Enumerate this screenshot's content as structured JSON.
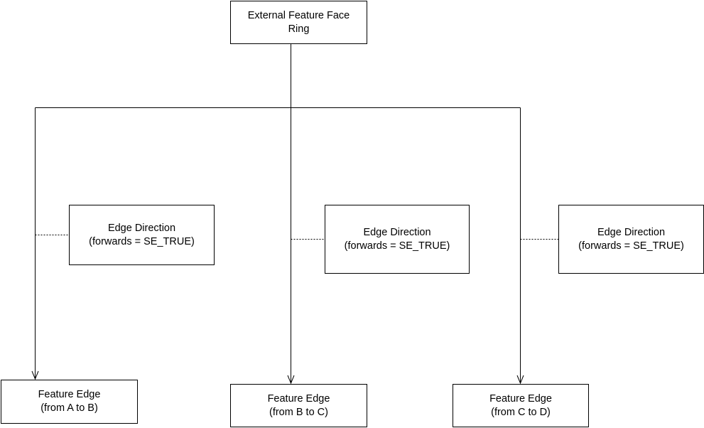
{
  "root": {
    "line1": "External Feature Face",
    "line2": "Ring"
  },
  "edges": [
    {
      "line1": "Feature Edge",
      "line2": "(from A to B)"
    },
    {
      "line1": "Feature Edge",
      "line2": "(from B to C)"
    },
    {
      "line1": "Feature Edge",
      "line2": "(from C to D)"
    }
  ],
  "directions": [
    {
      "line1": "Edge Direction",
      "line2": "(forwards = SE_TRUE)"
    },
    {
      "line1": "Edge Direction",
      "line2": "(forwards = SE_TRUE)"
    },
    {
      "line1": "Edge Direction",
      "line2": "(forwards = SE_TRUE)"
    }
  ]
}
